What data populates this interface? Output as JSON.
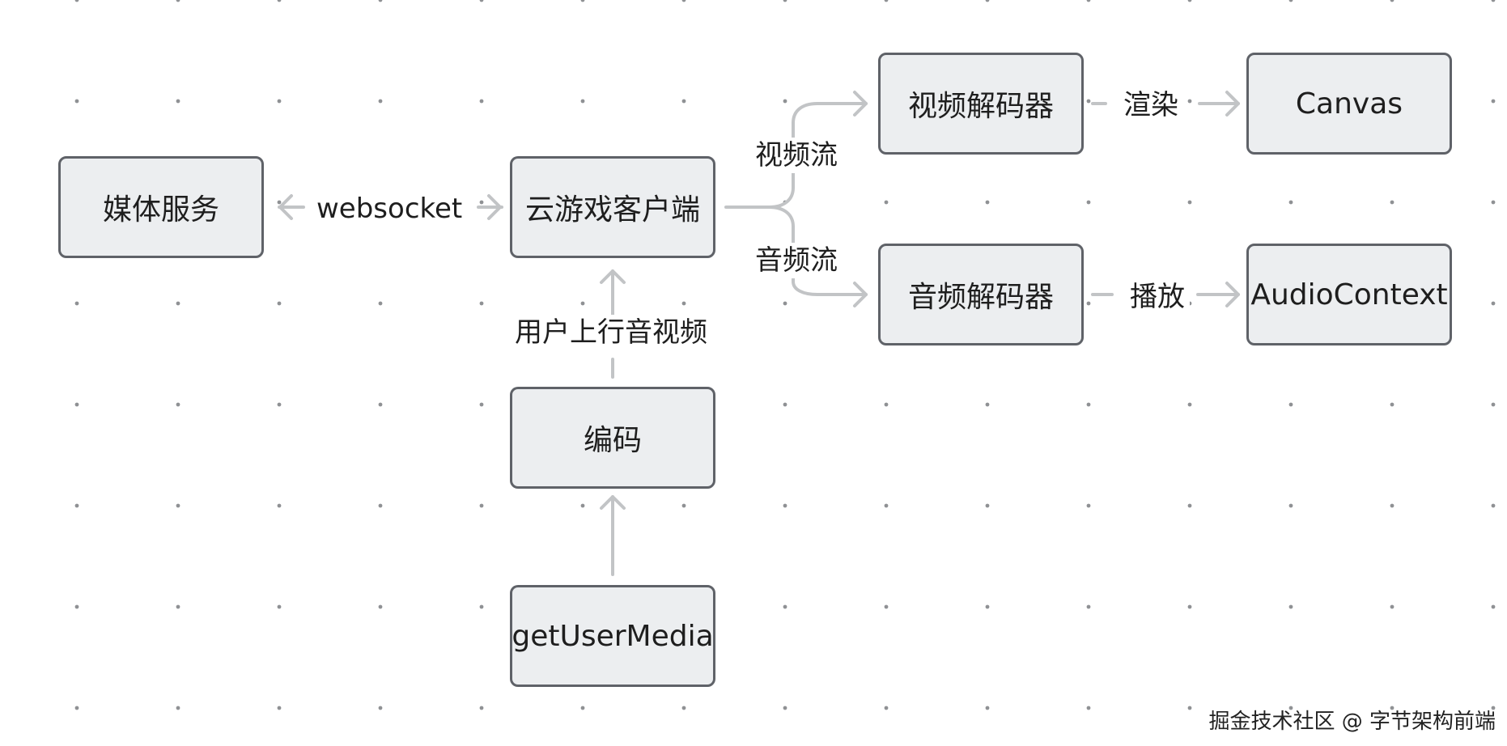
{
  "nodes": {
    "media_service": "媒体服务",
    "cloud_client": "云游戏客户端",
    "video_decoder": "视频解码器",
    "canvas": "Canvas",
    "audio_decoder": "音频解码器",
    "audio_context": "AudioContext",
    "encode": "编码",
    "get_user_media": "getUserMedia"
  },
  "edges": {
    "websocket": "websocket",
    "video_stream": "视频流",
    "audio_stream": "音频流",
    "render": "渲染",
    "play": "播放",
    "user_upstream": "用户上行音视频"
  },
  "watermark": "掘金技术社区 @ 字节架构前端",
  "colors": {
    "background": "#ffffff",
    "grid_dot": "#8f9194",
    "node_fill": "#eceef0",
    "node_border": "#5f6268",
    "connector": "#c2c4c6"
  }
}
